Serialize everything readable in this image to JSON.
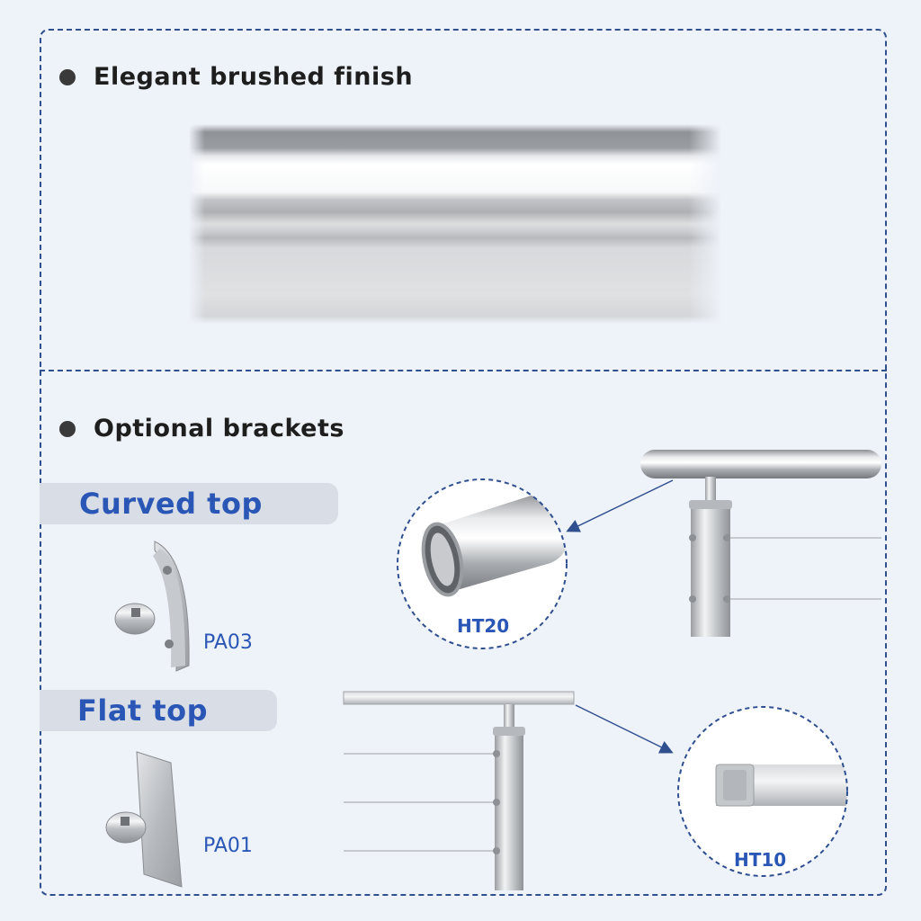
{
  "sections": {
    "finish": {
      "title": "Elegant brushed finish"
    },
    "brackets": {
      "title": "Optional brackets"
    }
  },
  "options": {
    "curved": {
      "label": "Curved top",
      "code": "PA03",
      "rail_code": "HT20"
    },
    "flat": {
      "label": "Flat top",
      "code": "PA01",
      "rail_code": "HT10"
    }
  },
  "colors": {
    "accent": "#2a56b5",
    "frame": "#2f4f8f",
    "background": "#eef2f9"
  }
}
